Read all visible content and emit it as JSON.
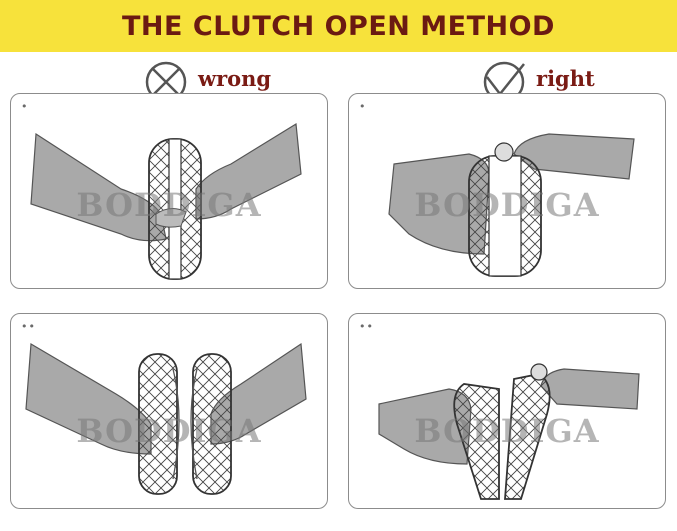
{
  "header": {
    "title": "THE CLUTCH OPEN METHOD"
  },
  "verdicts": {
    "wrong_label": "wrong",
    "right_label": "right"
  },
  "panels": [
    {
      "dots": "•",
      "watermark": "BODDIGA"
    },
    {
      "dots": "•",
      "watermark": "BODDIGA"
    },
    {
      "dots": "••",
      "watermark": "BODDIGA"
    },
    {
      "dots": "••",
      "watermark": "BODDIGA"
    }
  ],
  "colors": {
    "banner": "#f7e23b",
    "title": "#6b1a12",
    "label": "#7a1b14",
    "hand": "#a9a9a9"
  }
}
